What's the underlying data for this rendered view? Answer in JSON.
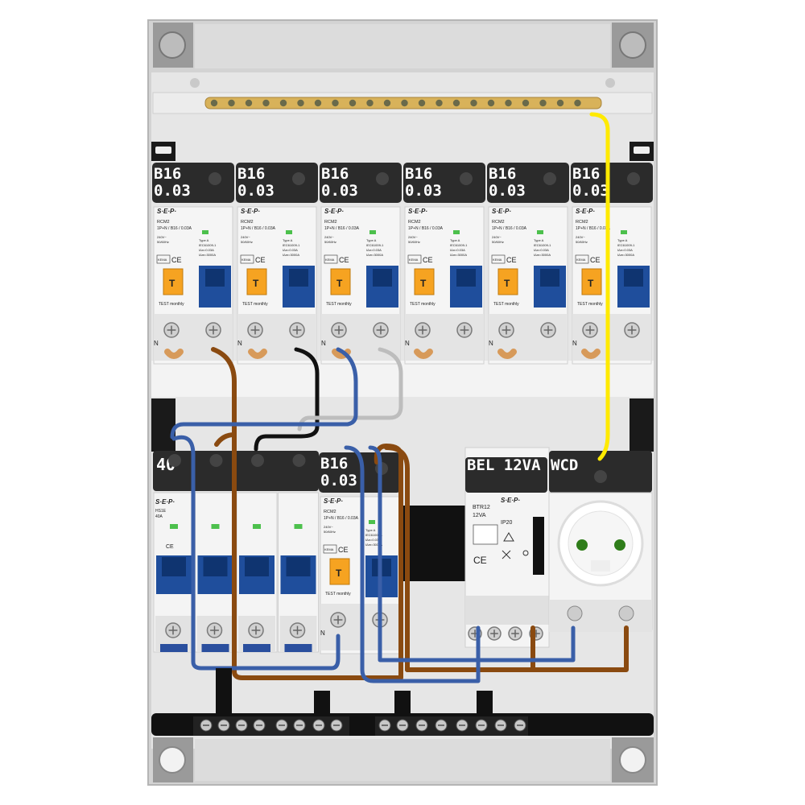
{
  "colors": {
    "brown": "#8a4a10",
    "blue": "#3a5fa8",
    "black": "#111111",
    "gray": "#bdbdbd",
    "yellow": "#ffea00",
    "brass": "#d8b25a",
    "label_bg": "#2b2b2b",
    "din_black": "#1a1a1a",
    "handle_blue": "#1f4e9c",
    "test_orange": "#f6a321"
  },
  "row1": {
    "rcbos": [
      {
        "rating": "B16",
        "sensitivity": "0.03"
      },
      {
        "rating": "B16",
        "sensitivity": "0.03"
      },
      {
        "rating": "B16",
        "sensitivity": "0.03"
      },
      {
        "rating": "B16",
        "sensitivity": "0.03"
      },
      {
        "rating": "B16",
        "sensitivity": "0.03"
      },
      {
        "rating": "B16",
        "sensitivity": "0.03"
      }
    ]
  },
  "rcbo_text": {
    "brand": "S·E·P·",
    "model": "RCM2",
    "spec": "1P+N / B16 / 0.03A",
    "voltage": "240V~",
    "freq": "50/60Hz",
    "type": "Type A",
    "standard": "IEC61009-1",
    "idn": "IΔn=0.03A",
    "icn": "IΔm=3000A",
    "kema": "KEMA",
    "ce": "CE",
    "test_btn": "T",
    "test_label": "TEST monthly",
    "neutral": "N"
  },
  "row2": {
    "main_switch": {
      "rating": "40",
      "brand": "S·E·P·",
      "model": "HS1E",
      "amps": "40A",
      "ce": "CE"
    },
    "rcbo": {
      "rating": "B16",
      "sensitivity": "0.03"
    },
    "transformer": {
      "label": "BEL 12VA",
      "model": "BTR12",
      "rating": "12VA",
      "brand": "S·E·P·",
      "ip": "IP20",
      "ce": "CE"
    },
    "socket": {
      "label": "WCD"
    }
  }
}
